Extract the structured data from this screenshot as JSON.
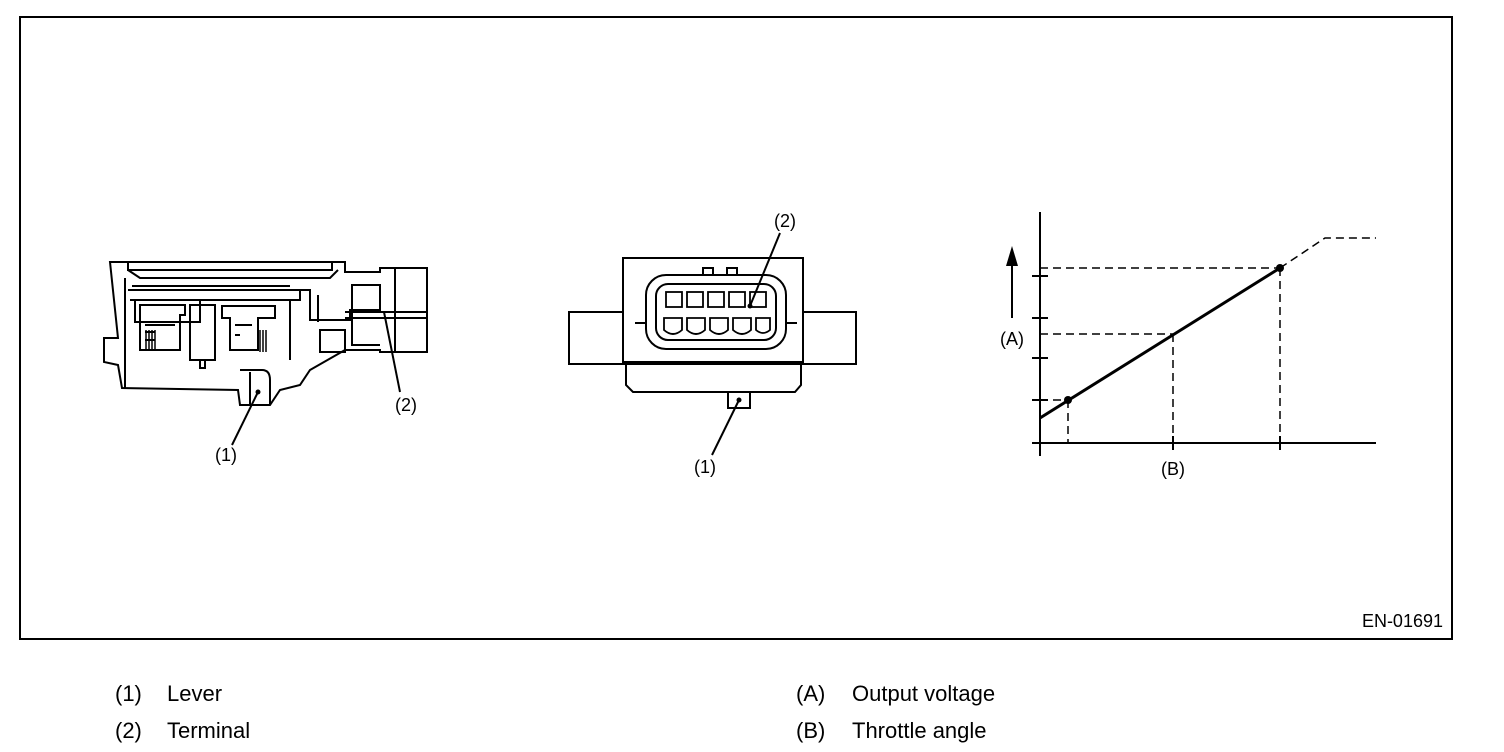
{
  "figure": {
    "id": "EN-01691",
    "callouts": {
      "side_view": {
        "lever": "(1)",
        "terminal": "(2)"
      },
      "front_view": {
        "lever": "(1)",
        "terminal": "(2)"
      },
      "graph": {
        "y_axis": "(A)",
        "x_axis": "(B)"
      }
    }
  },
  "legend": {
    "left": [
      {
        "key": "(1)",
        "label": "Lever"
      },
      {
        "key": "(2)",
        "label": "Terminal"
      }
    ],
    "right": [
      {
        "key": "(A)",
        "label": "Output voltage"
      },
      {
        "key": "(B)",
        "label": "Throttle angle"
      }
    ]
  }
}
